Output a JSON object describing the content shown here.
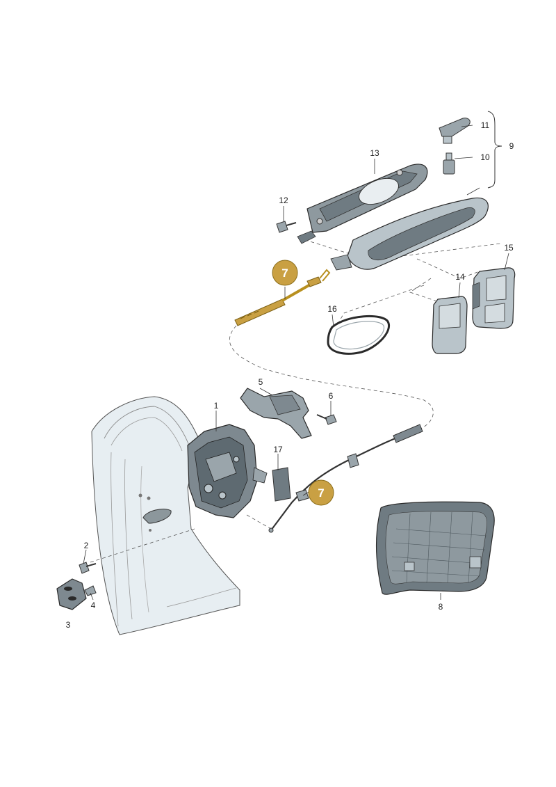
{
  "callouts": {
    "c1": "1",
    "c2": "2",
    "c3": "3",
    "c4": "4",
    "c5": "5",
    "c6": "6",
    "c7a": "7",
    "c7b": "7",
    "c8": "8",
    "c9": "9",
    "c10": "10",
    "c11": "11",
    "c12": "12",
    "c13": "13",
    "c14": "14",
    "c15": "15",
    "c16": "16",
    "c17": "17"
  },
  "colors": {
    "highlight": "#B8901F",
    "highlight_badge": "#C9A043",
    "door_fill": "#E7EEF2",
    "part_fill": "#B9C4CA",
    "part_dark": "#6F7B82"
  }
}
